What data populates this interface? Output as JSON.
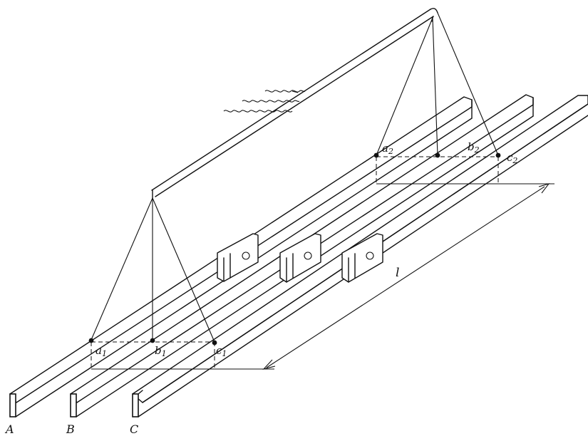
{
  "labels": {
    "phase_a": "A",
    "phase_b": "B",
    "phase_c": "C",
    "point_a1": "a",
    "point_a1_sub": "1",
    "point_b1": "b",
    "point_b1_sub": "1",
    "point_c1": "c",
    "point_c1_sub": "1",
    "point_a2": "a",
    "point_a2_sub": "2",
    "point_b2": "b",
    "point_b2_sub": "2",
    "point_c2": "c",
    "point_c2_sub": "2",
    "length": "l"
  },
  "colors": {
    "ink": "#111111",
    "paper": "#ffffff"
  }
}
